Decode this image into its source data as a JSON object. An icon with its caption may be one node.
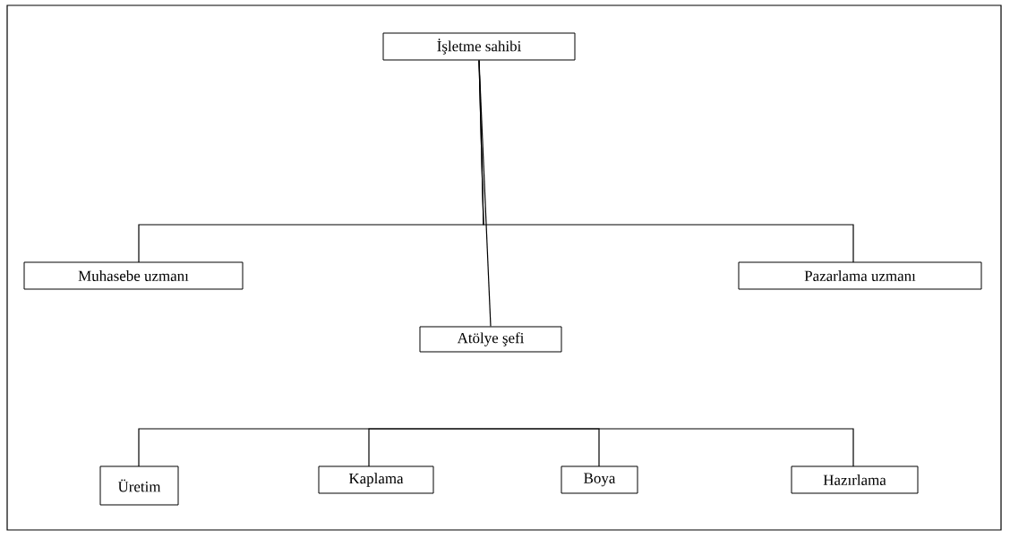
{
  "diagram": {
    "nodes": [
      {
        "text": [
          "İşletme sahibi"
        ]
      },
      {
        "text": [
          "Muhasebe uzmanı"
        ]
      },
      {
        "text": [
          "Pazarlama uzmanı"
        ]
      },
      {
        "text": [
          "Atölye şefi"
        ]
      },
      {
        "text": [
          "Üretim"
        ]
      },
      {
        "text": [
          "Kaplama"
        ]
      },
      {
        "text": [
          "Boya"
        ]
      },
      {
        "text": [
          "Hazırlama"
        ]
      }
    ],
    "edges": [
      {
        "from": 0,
        "to": 1,
        "arrow": "none"
      },
      {
        "from": 0,
        "to": 2,
        "arrow": "none"
      },
      {
        "from": 0,
        "to": 3,
        "arrow": "none"
      },
      {
        "from": null,
        "to": 4,
        "arrow": "none"
      },
      {
        "from": null,
        "to": 5,
        "arrow": "none"
      },
      {
        "from": null,
        "to": 6,
        "arrow": "none"
      },
      {
        "from": null,
        "to": 7,
        "arrow": "none"
      }
    ]
  }
}
